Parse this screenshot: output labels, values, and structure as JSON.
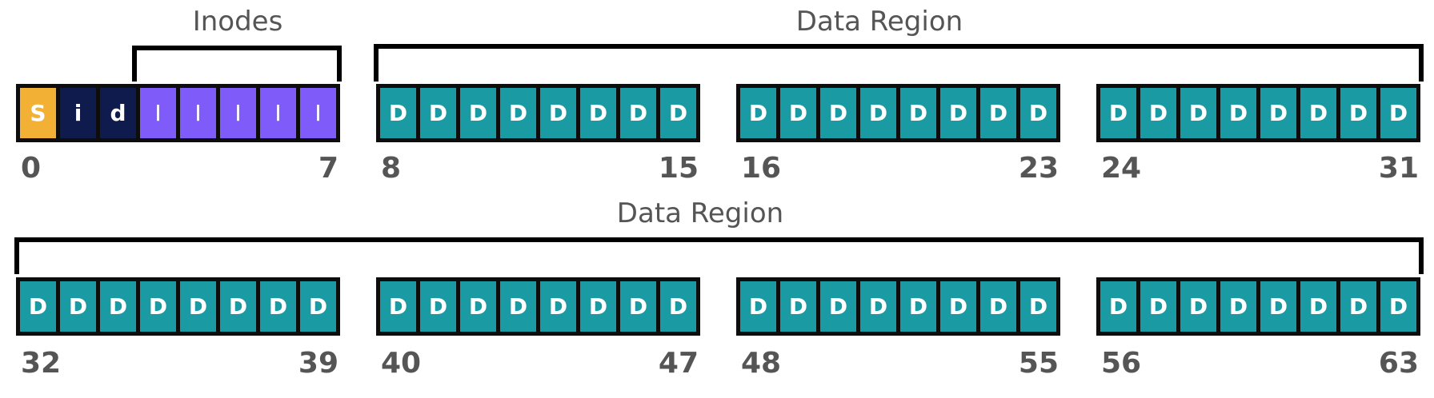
{
  "titles": {
    "inodes": "Inodes",
    "data_region_top": "Data Region",
    "data_region_bottom": "Data Region"
  },
  "rows": [
    {
      "groups": [
        {
          "blocks": [
            {
              "label": "S",
              "kind": "superblock"
            },
            {
              "label": "i",
              "kind": "inode-bitmap"
            },
            {
              "label": "d",
              "kind": "data-bitmap"
            },
            {
              "label": "I",
              "kind": "inode"
            },
            {
              "label": "I",
              "kind": "inode"
            },
            {
              "label": "I",
              "kind": "inode"
            },
            {
              "label": "I",
              "kind": "inode"
            },
            {
              "label": "I",
              "kind": "inode"
            }
          ],
          "start": "0",
          "end": "7"
        },
        {
          "blocks": [
            {
              "label": "D",
              "kind": "data"
            },
            {
              "label": "D",
              "kind": "data"
            },
            {
              "label": "D",
              "kind": "data"
            },
            {
              "label": "D",
              "kind": "data"
            },
            {
              "label": "D",
              "kind": "data"
            },
            {
              "label": "D",
              "kind": "data"
            },
            {
              "label": "D",
              "kind": "data"
            },
            {
              "label": "D",
              "kind": "data"
            }
          ],
          "start": "8",
          "end": "15"
        },
        {
          "blocks": [
            {
              "label": "D",
              "kind": "data"
            },
            {
              "label": "D",
              "kind": "data"
            },
            {
              "label": "D",
              "kind": "data"
            },
            {
              "label": "D",
              "kind": "data"
            },
            {
              "label": "D",
              "kind": "data"
            },
            {
              "label": "D",
              "kind": "data"
            },
            {
              "label": "D",
              "kind": "data"
            },
            {
              "label": "D",
              "kind": "data"
            }
          ],
          "start": "16",
          "end": "23"
        },
        {
          "blocks": [
            {
              "label": "D",
              "kind": "data"
            },
            {
              "label": "D",
              "kind": "data"
            },
            {
              "label": "D",
              "kind": "data"
            },
            {
              "label": "D",
              "kind": "data"
            },
            {
              "label": "D",
              "kind": "data"
            },
            {
              "label": "D",
              "kind": "data"
            },
            {
              "label": "D",
              "kind": "data"
            },
            {
              "label": "D",
              "kind": "data"
            }
          ],
          "start": "24",
          "end": "31"
        }
      ]
    },
    {
      "groups": [
        {
          "blocks": [
            {
              "label": "D",
              "kind": "data"
            },
            {
              "label": "D",
              "kind": "data"
            },
            {
              "label": "D",
              "kind": "data"
            },
            {
              "label": "D",
              "kind": "data"
            },
            {
              "label": "D",
              "kind": "data"
            },
            {
              "label": "D",
              "kind": "data"
            },
            {
              "label": "D",
              "kind": "data"
            },
            {
              "label": "D",
              "kind": "data"
            }
          ],
          "start": "32",
          "end": "39"
        },
        {
          "blocks": [
            {
              "label": "D",
              "kind": "data"
            },
            {
              "label": "D",
              "kind": "data"
            },
            {
              "label": "D",
              "kind": "data"
            },
            {
              "label": "D",
              "kind": "data"
            },
            {
              "label": "D",
              "kind": "data"
            },
            {
              "label": "D",
              "kind": "data"
            },
            {
              "label": "D",
              "kind": "data"
            },
            {
              "label": "D",
              "kind": "data"
            }
          ],
          "start": "40",
          "end": "47"
        },
        {
          "blocks": [
            {
              "label": "D",
              "kind": "data"
            },
            {
              "label": "D",
              "kind": "data"
            },
            {
              "label": "D",
              "kind": "data"
            },
            {
              "label": "D",
              "kind": "data"
            },
            {
              "label": "D",
              "kind": "data"
            },
            {
              "label": "D",
              "kind": "data"
            },
            {
              "label": "D",
              "kind": "data"
            },
            {
              "label": "D",
              "kind": "data"
            }
          ],
          "start": "48",
          "end": "55"
        },
        {
          "blocks": [
            {
              "label": "D",
              "kind": "data"
            },
            {
              "label": "D",
              "kind": "data"
            },
            {
              "label": "D",
              "kind": "data"
            },
            {
              "label": "D",
              "kind": "data"
            },
            {
              "label": "D",
              "kind": "data"
            },
            {
              "label": "D",
              "kind": "data"
            },
            {
              "label": "D",
              "kind": "data"
            },
            {
              "label": "D",
              "kind": "data"
            }
          ],
          "start": "56",
          "end": "63"
        }
      ]
    }
  ],
  "colors": {
    "superblock": "#f2b134",
    "bitmap": "#0f1b4d",
    "inode": "#7f5cf9",
    "data": "#1a9aa3",
    "label_gray": "#555555"
  }
}
